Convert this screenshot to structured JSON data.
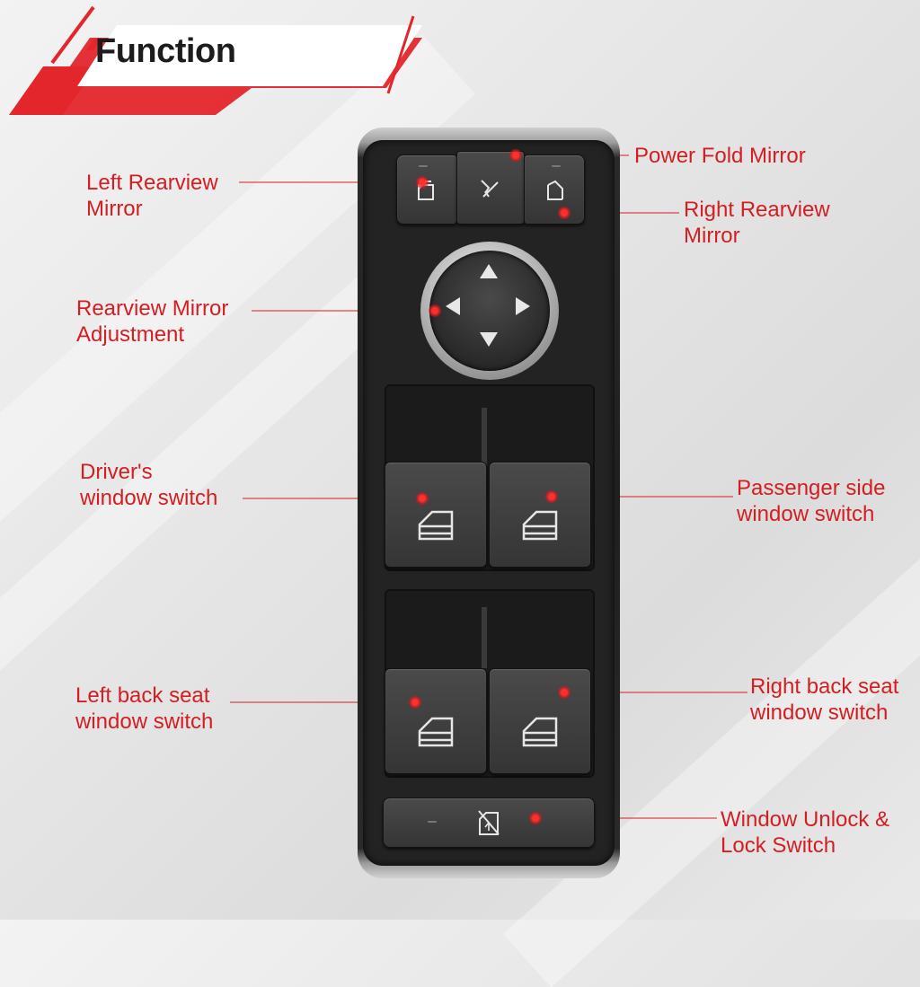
{
  "header": {
    "title": "Function"
  },
  "labels": {
    "power_fold_mirror": "Power Fold Mirror",
    "left_rearview_mirror": "Left Rearview\nMirror",
    "right_rearview_mirror": "Right Rearview\nMirror",
    "rearview_mirror_adjustment": "Rearview Mirror\nAdjustment",
    "drivers_window_switch": "Driver's\nwindow switch",
    "passenger_side_window_switch": "Passenger side\nwindow switch",
    "left_back_seat_window_switch": "Left back seat\nwindow switch",
    "right_back_seat_window_switch": "Right back seat\nwindow switch",
    "window_lock_switch": "Window Unlock &\nLock Switch"
  },
  "icons": {
    "left_mirror": "left-mirror-icon",
    "power_fold": "power-fold-icon",
    "right_mirror": "right-mirror-icon",
    "window": "window-icon",
    "window_lock": "window-lock-icon"
  },
  "colors": {
    "accent": "#d41e22",
    "title": "#1c1c1c",
    "panel": "#232323",
    "banner": "#e3262c"
  }
}
